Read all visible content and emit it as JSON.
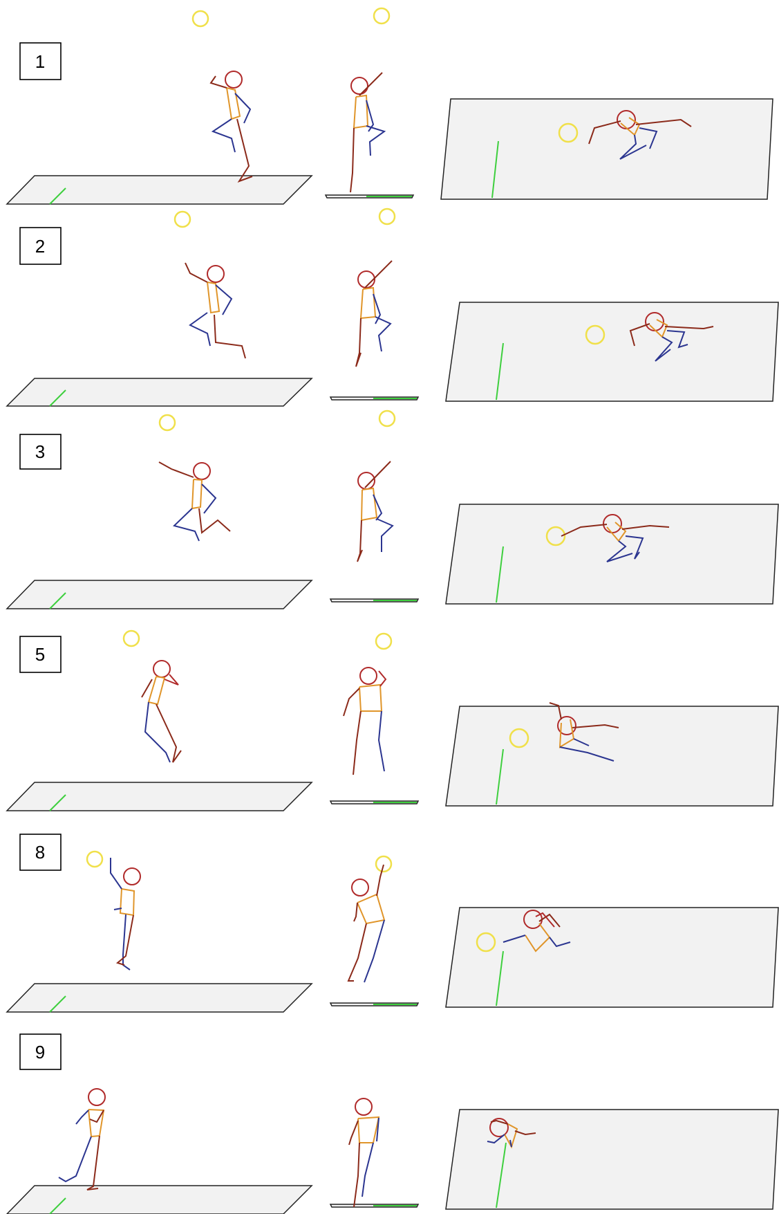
{
  "figure": {
    "frames": [
      {
        "label": "1"
      },
      {
        "label": "2"
      },
      {
        "label": "3"
      },
      {
        "label": "5"
      },
      {
        "label": "8"
      },
      {
        "label": "9"
      }
    ],
    "colors": {
      "head": "#b02a2a",
      "torso": "#e0952a",
      "left_limbs": "#2b3590",
      "right_limbs": "#8b2a1a",
      "ball": "#f0e04a",
      "floor_fill": "#f2f2f2",
      "floor_edge": "#222222",
      "ground_marker": "#3ecf3e",
      "label_border": "#000000"
    }
  }
}
